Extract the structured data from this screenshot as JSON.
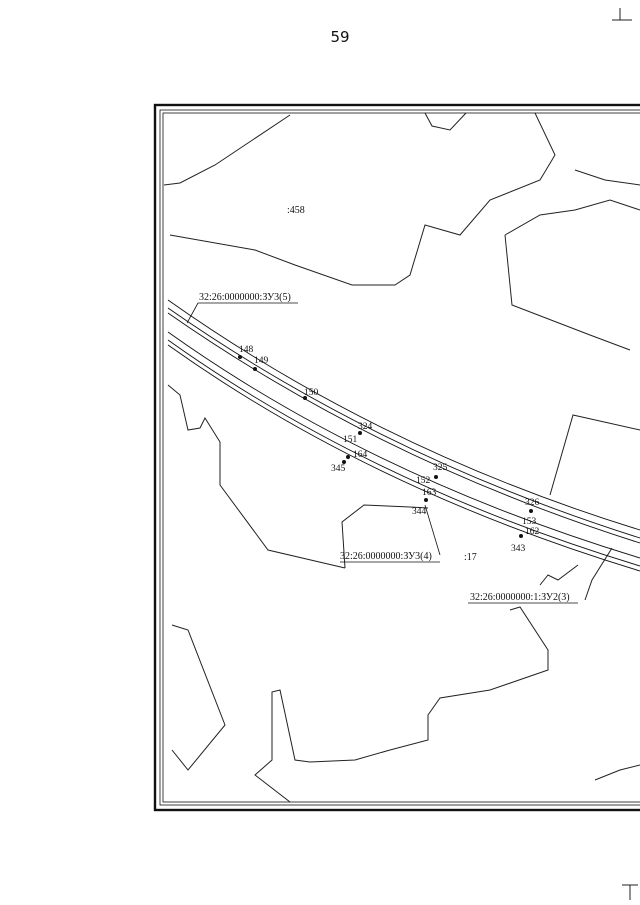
{
  "page": {
    "number": "59"
  },
  "map": {
    "parcels": [
      ":458",
      ":17"
    ],
    "cadastral_labels": [
      "32:26:0000000:ЗУ3(5)",
      "32:26:0000000:ЗУ3(4)",
      "32:26:0000000:1:ЗУ2(3)"
    ],
    "points": [
      "148",
      "149",
      "150",
      "324",
      "151",
      "164",
      "345",
      "325",
      "152",
      "163",
      "344",
      "326",
      "153",
      "162",
      "343"
    ]
  }
}
